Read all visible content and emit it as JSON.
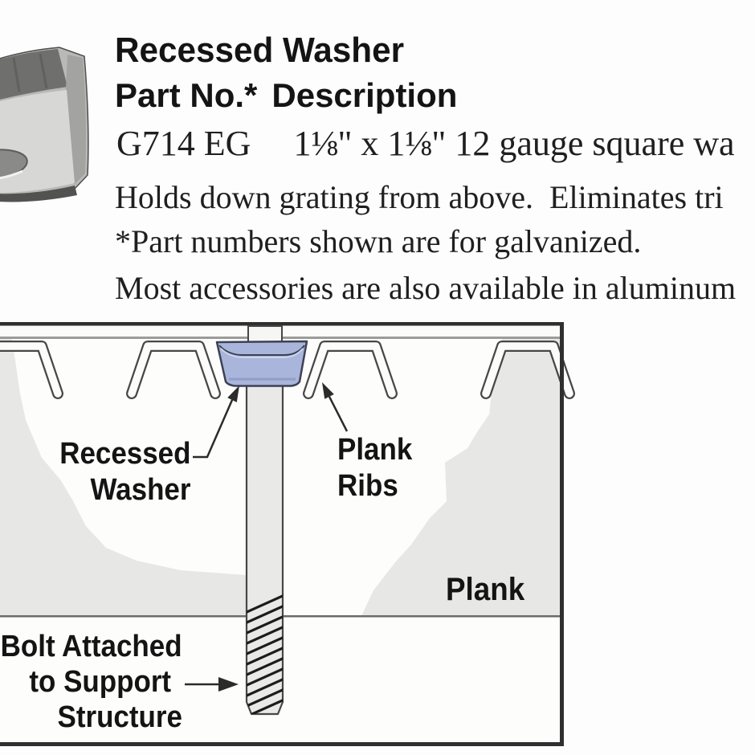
{
  "header": {
    "title": "Recessed Washer",
    "columns": {
      "part_no": "Part No.*",
      "description": "Description"
    },
    "row": {
      "part_no": "G714 EG",
      "description": "1⅛\" x 1⅛\" 12 gauge square wa"
    },
    "notes": {
      "line1": "Holds down grating from above.  Eliminates tri",
      "line2": "*Part numbers shown are for galvanized.",
      "line3": "Most accessories are also available in aluminum"
    }
  },
  "diagram": {
    "labels": {
      "washer_line1": "Recessed",
      "washer_line2": "Washer",
      "ribs_line1": "Plank",
      "ribs_line2": "Ribs",
      "plank": "Plank",
      "bolt_line1": "Bolt Attached",
      "bolt_line2": "to Support",
      "bolt_line3": "Structure"
    },
    "colors": {
      "washer_fill": "#a9b5da",
      "washer_stroke": "#3d4154",
      "plank_gray": "#e7e7e5",
      "void_white": "#fdfdfc",
      "outline": "#47474a",
      "frame": "#2f2f2f",
      "hatch": "#1c1c1c"
    }
  }
}
